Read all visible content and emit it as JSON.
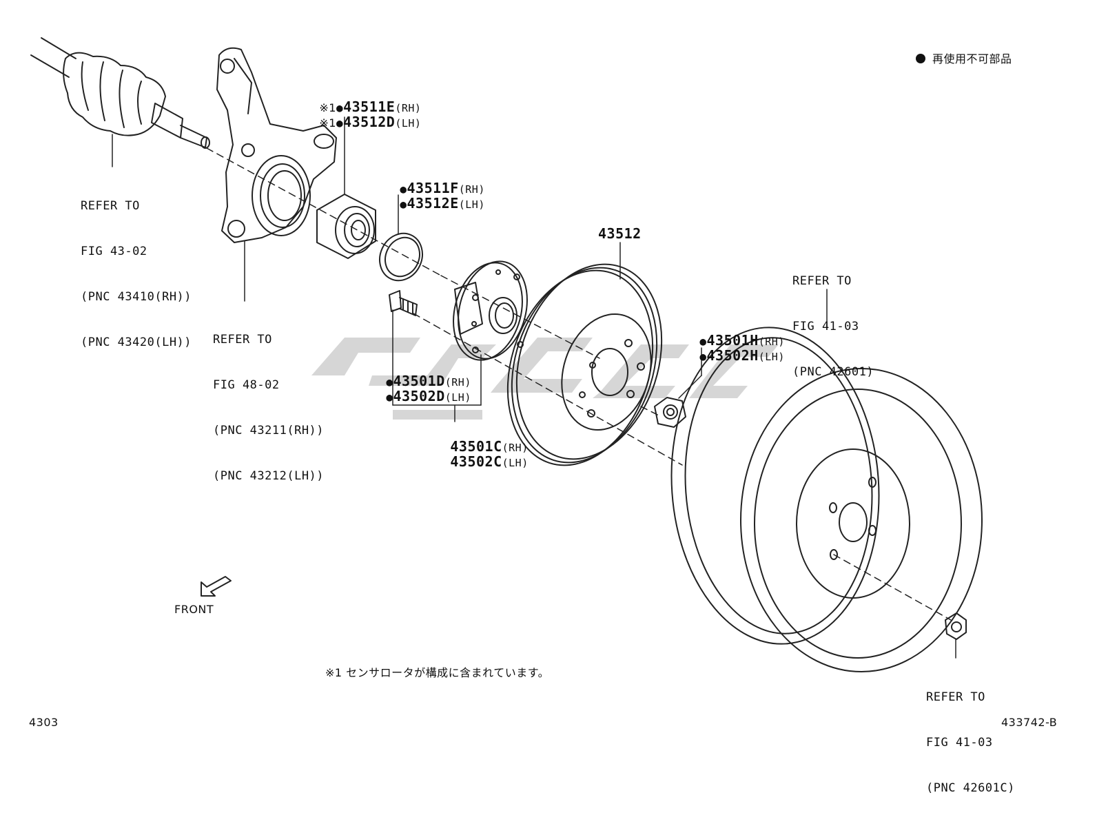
{
  "legend": {
    "symbol": "●",
    "text": "再使用不可部品"
  },
  "footnote": "※1 センサロータが構成に含まれています。",
  "page_number": "4303",
  "figure_code": "433742-B",
  "front_label": "FRONT",
  "bullet": "●",
  "note_mark": "※1",
  "labels": {
    "hub_bearing_rh": {
      "part": "43511E",
      "side": "(RH)"
    },
    "hub_bearing_lh": {
      "part": "43512D",
      "side": "(LH)"
    },
    "snap_ring_rh": {
      "part": "43511F",
      "side": "(RH)"
    },
    "snap_ring_lh": {
      "part": "43512E",
      "side": "(LH)"
    },
    "disc": {
      "part": "43512"
    },
    "hub_bolt_rh": {
      "part": "43501D",
      "side": "(RH)"
    },
    "hub_bolt_lh": {
      "part": "43502D",
      "side": "(LH)"
    },
    "hub_rh": {
      "part": "43501C",
      "side": "(RH)"
    },
    "hub_lh": {
      "part": "43502C",
      "side": "(LH)"
    },
    "nut_rh": {
      "part": "43501H",
      "side": "(RH)"
    },
    "nut_lh": {
      "part": "43502H",
      "side": "(LH)"
    }
  },
  "refs": {
    "driveshaft": [
      "REFER TO",
      "FIG 43-02",
      "(PNC 43410(RH))",
      "(PNC 43420(LH))"
    ],
    "knuckle": [
      "REFER TO",
      "FIG 48-02",
      "(PNC 43211(RH))",
      "(PNC 43212(LH))"
    ],
    "wheel": [
      "REFER TO",
      "FIG 41-03",
      "(PNC 42601)"
    ],
    "wheel_nut": [
      "REFER TO",
      "FIG 41-03",
      "(PNC 42601C)"
    ]
  }
}
